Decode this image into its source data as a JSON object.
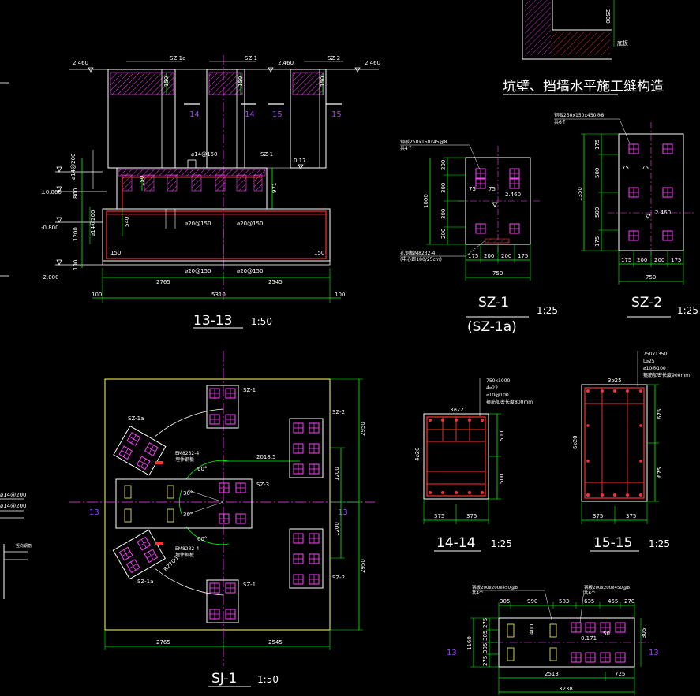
{
  "titles": {
    "pit": "坑壁、挡墙水平施工缝构造",
    "s1313": "13-13",
    "s1313_scale": "1:50",
    "sj1": "SJ-1",
    "sj1_scale": "1:50",
    "sz1": "SZ-1",
    "sz1a": "(SZ-1a)",
    "sz1_scale": "1:25",
    "sz2": "SZ-2",
    "sz2_scale": "1:25",
    "s1414": "14-14",
    "s1414_scale": "1:25",
    "s1515": "15-15",
    "s1515_scale": "1:25"
  },
  "section_13": {
    "elev_top_left": "2.460",
    "elev_top_mid": "2.460",
    "elev_top_right": "2.460",
    "elev_0": "±0.000",
    "elev_m08": "-0.800",
    "elev_m2": "-2.000",
    "elev_017": "0.17",
    "tags": [
      "SZ-1a",
      "SZ-1",
      "SZ-2",
      "SZ-1"
    ],
    "cut14a": "14",
    "cut14b": "14",
    "cut15a": "15",
    "cut15b": "15",
    "dims_bottom": [
      "2765",
      "2545"
    ],
    "dim_total": "5310",
    "dim_edge_l": "100",
    "dim_edge_r": "100",
    "dim_150a": "150",
    "dim_150b": "150",
    "dim_150c": "150",
    "dim_540": "540",
    "dim_971": "971",
    "dim_left_v": [
      "800",
      "1200",
      "100"
    ],
    "rebar_a": "⌀20@150",
    "rebar_b": "⌀20@150",
    "rebar_c": "⌀20@150",
    "rebar_d": "⌀20@150",
    "rebar_e": "⌀14@150",
    "rebar_left": "⌀14@200",
    "base_label": "150",
    "base_label_r": "150"
  },
  "sz1_detail": {
    "note1": "钢板250x150x45@8",
    "note1b": "共4个",
    "note2": "孔钢板M8232-4",
    "note2b": "(中心距180/25cm)",
    "elev": "2.460",
    "dims_v": [
      "200",
      "300",
      "300",
      "200"
    ],
    "dim_total_v": "1000",
    "dims_h": [
      "175",
      "200",
      "200",
      "175"
    ],
    "dim_total_h": "750",
    "small": [
      "75",
      "75"
    ]
  },
  "sz2_detail": {
    "note1": "钢板250x150x450@8",
    "note1b": "共6个",
    "elev": "2.460",
    "dims_v": [
      "175",
      "500",
      "500",
      "175"
    ],
    "dim_total_v": "1350",
    "dims_h": [
      "175",
      "200",
      "200",
      "175"
    ],
    "dim_total_h": "750",
    "small": [
      "75",
      "75"
    ]
  },
  "pit_detail": {
    "dim": "2500",
    "label": "底板"
  },
  "sj1": {
    "dims_bottom": [
      "2765",
      "2545"
    ],
    "dims_right": [
      "2950",
      "1200",
      "1200",
      "2950"
    ],
    "dim_2018": "2018.5",
    "r_label": "R2700",
    "tags": [
      "SZ-1",
      "SZ-1a",
      "SZ-2",
      "SZ-3",
      "SZ-1a",
      "SZ-2",
      "SZ-1"
    ],
    "embed1": "EM8232-4",
    "embed1b": "埋件钢板",
    "embed2": "EM8232-4",
    "embed2b": "埋件钢板",
    "axis_l": "13",
    "axis_r": "13",
    "angles": [
      "60°",
      "30°",
      "30°",
      "60°"
    ]
  },
  "s14": {
    "note1": "750x1000",
    "note2": "4⌀22",
    "note3": "⌀10@100",
    "note4": "箍筋加密长度800mm",
    "top": "3⌀22",
    "side": "4⌀20",
    "dims_v": [
      "500",
      "500"
    ],
    "dims_h": [
      "375",
      "375"
    ]
  },
  "s15": {
    "note1": "750x1350",
    "note2": "L⌀25",
    "note3": "⌀10@100",
    "note4": "箍筋加密长度900mm",
    "top": "3⌀25",
    "side": "6⌀20",
    "dims_v": [
      "675",
      "675"
    ],
    "dims_h": [
      "375",
      "375"
    ]
  },
  "plan_bottom": {
    "note_l": "钢板200x200x450@8",
    "note_lb": "共4个",
    "note_r": "钢板200x200x450@8",
    "note_rb": "共6个",
    "dims_top": [
      "305",
      "990",
      "583",
      "635",
      "455",
      "270"
    ],
    "dims_bottom": [
      "2513",
      "725"
    ],
    "dim_total": "3238",
    "dims_v": [
      "275",
      "305",
      "305",
      "275"
    ],
    "dim_total_v": "1160",
    "axis_l": "13",
    "axis_r": "13",
    "dim_mid": [
      "400",
      "0.171",
      "50"
    ],
    "dim_r": "305"
  },
  "left_edge": {
    "r1": "⌀14@200",
    "r2": "⌀14@200",
    "t": "竖向钢筋"
  }
}
